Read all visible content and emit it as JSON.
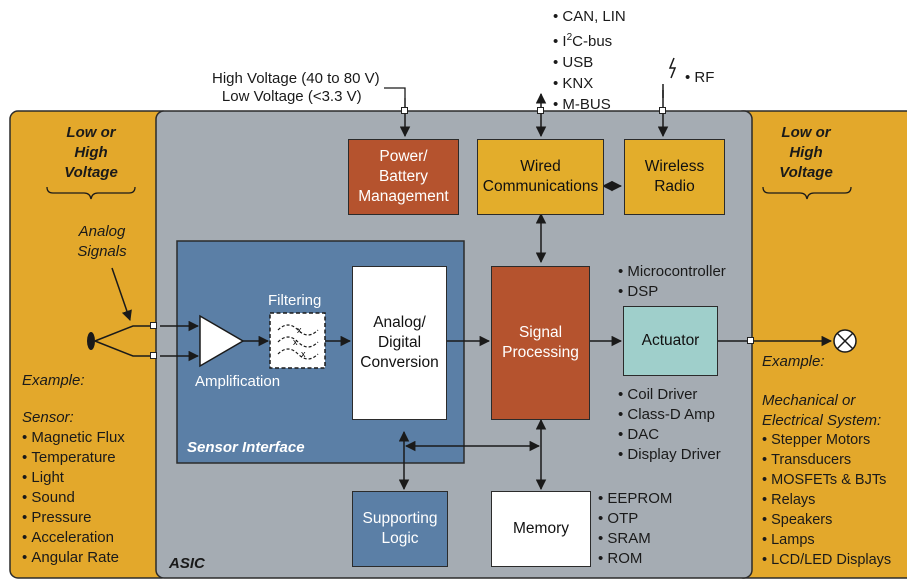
{
  "left_panel": {
    "heading": [
      "Low or",
      "High",
      "Voltage"
    ],
    "signals_label": [
      "Analog",
      "Signals"
    ],
    "example_label": "Example:",
    "sensor_label": "Sensor:",
    "sensors": [
      "Magnetic Flux",
      "Temperature",
      "Light",
      "Sound",
      "Pressure",
      "Acceleration",
      "Angular Rate"
    ]
  },
  "right_panel": {
    "heading": [
      "Low or",
      "High",
      "Voltage"
    ],
    "example_label": "Example:",
    "system_label": [
      "Mechanical or",
      "Electrical System:"
    ],
    "systems": [
      "Stepper Motors",
      "Transducers",
      "MOSFETs & BJTs",
      "Relays",
      "Speakers",
      "Lamps",
      "LCD/LED Displays"
    ]
  },
  "asic_label": "ASIC",
  "sensor_interface_label": "Sensor Interface",
  "top": {
    "voltage_lines": [
      "High Voltage (40 to 80 V)",
      "Low Voltage (<3.3 V)"
    ],
    "wired_protocols": [
      "CAN, LIN",
      "I2C-bus",
      "USB",
      "KNX",
      "M-BUS"
    ],
    "rf_label": "RF"
  },
  "blocks": {
    "power": [
      "Power/",
      "Battery",
      "Management"
    ],
    "wired": [
      "Wired",
      "Communications"
    ],
    "wireless": [
      "Wireless",
      "Radio"
    ],
    "adc": [
      "Analog/",
      "Digital",
      "Conversion"
    ],
    "signal": [
      "Signal",
      "Processing"
    ],
    "actuator": "Actuator",
    "support": [
      "Supporting",
      "Logic"
    ],
    "memory": "Memory"
  },
  "filtering_label": "Filtering",
  "amplification_label": "Amplification",
  "processor_list": [
    "Microcontroller",
    "DSP"
  ],
  "driver_list": [
    "Coil Driver",
    "Class-D Amp",
    "DAC",
    "Display Driver"
  ],
  "memory_list": [
    "EEPROM",
    "OTP",
    "SRAM",
    "ROM"
  ],
  "colors": {
    "side_panel": "#e3a82b",
    "asic_body": "#a5acb3",
    "sensor_interface": "#5b7fa6",
    "power_block": "#b5532e",
    "signal_block": "#b5532e",
    "comm_block": "#e3ad2b",
    "actuator_block": "#9fcfcb",
    "support_block": "#5b7fa6",
    "white_block": "#ffffff"
  }
}
